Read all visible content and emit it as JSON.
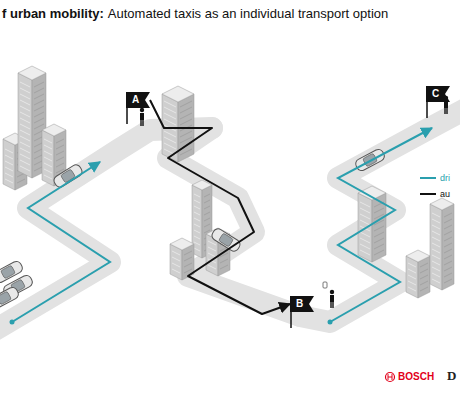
{
  "diagram": {
    "title": "f urban mobility:",
    "nodes": [
      {
        "text": [
          "A"
        ]
      },
      {
        "text": [
          "B"
        ]
      },
      {
        "text": [
          "C"
        ]
      }
    ],
    "edges": [
      {
        "from": 0,
        "to": 1,
        "arrow": "to"
      }
    ],
    "labels": [
      "Automated taxis as an individual transport option",
      "BOSCH",
      "D"
    ],
    "legend": [
      {
        "text": "dri",
        "color": "#2a9fae"
      },
      {
        "text": "au",
        "color": "#111111"
      }
    ]
  }
}
